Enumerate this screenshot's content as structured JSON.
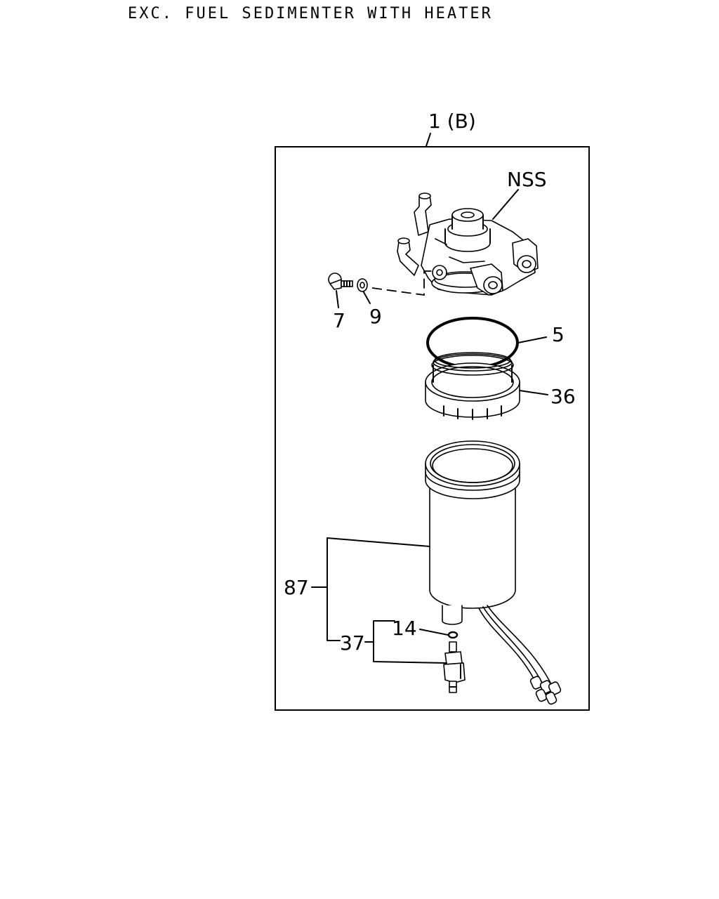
{
  "diagram": {
    "title": "EXC. FUEL SEDIMENTER WITH HEATER",
    "assembly_label": "1 (B)",
    "callouts": {
      "nss": "NSS",
      "p7": "7",
      "p9": "9",
      "p5": "5",
      "p36": "36",
      "p87": "87",
      "p14": "14",
      "p37": "37"
    }
  }
}
